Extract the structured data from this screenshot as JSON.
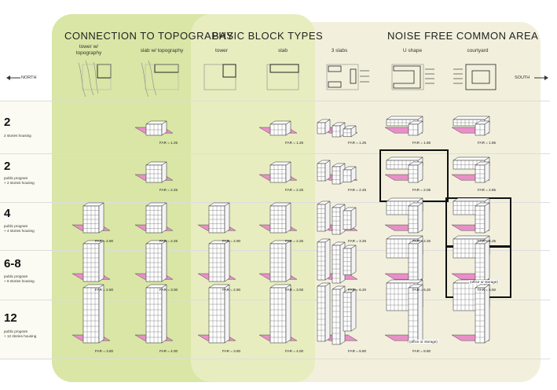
{
  "sections": {
    "connection": "CONNECTION TO TOPOGRAPHY",
    "basic": "BASIC BLOCK TYPES",
    "noise": "NOISE FREE COMMON AREA"
  },
  "columns": [
    "tower w/\ntopography",
    "slab w/ topography",
    "tower",
    "slab",
    "3 slabs",
    "U shape",
    "courtyard"
  ],
  "directions": {
    "north": "NORTH",
    "south": "SOUTH"
  },
  "rows": [
    {
      "num": "2",
      "desc": "2 stories housing"
    },
    {
      "num": "2",
      "desc": "public program\n+ 2 stories housing"
    },
    {
      "num": "4",
      "desc": "public program\n+ 4 stories housing"
    },
    {
      "num": "6-8",
      "desc": "public program\n+ 8 stories housing"
    },
    {
      "num": "12",
      "desc": "public program\n+ 12 stories housing"
    }
  ],
  "far": {
    "r0": [
      "FAR = 1.25",
      "FAR = 1.25",
      "FAR = 1.25",
      "FAR = 1.65",
      "FAR = 1.85"
    ],
    "r1": [
      "FAR = 2.25",
      "FAR = 2.25",
      "FAR = 2.25",
      "FAR = 2.05",
      "FAR = 2.85"
    ],
    "r2": [
      "FAR = 2.90",
      "FAR = 2.25",
      "FAR = 2.90",
      "FAR = 2.25",
      "FAR = 3.25",
      "FAR = 2.25",
      "FAR = 4.25"
    ],
    "r3": [
      "FAR = 2.90",
      "FAR = 3.00",
      "FAR = 2.90",
      "FAR = 3.00",
      "FAR = 6.20",
      "FAR = 6.20",
      "FAR = 6.50"
    ],
    "r4": [
      "FAR = 3.80",
      "FAR = 4.00",
      "FAR = 3.80",
      "FAR = 4.00",
      "FAR = 8.80",
      "FAR = 8.80"
    ]
  },
  "notes": {
    "office": "(office or storage)"
  },
  "colors": {
    "pink": "#e98fc8",
    "green": "#d9e6a6",
    "beige": "#f2f0dc"
  }
}
